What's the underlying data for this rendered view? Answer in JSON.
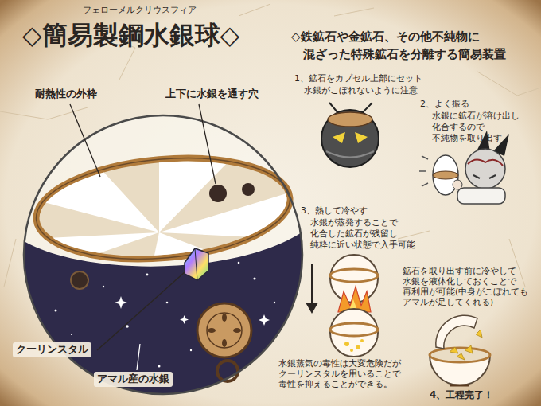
{
  "diagram": {
    "title": "◇簡易製鋼水銀球◇",
    "labels": [
      "フェローメルクリウスフィア",
      "耐熱性の外枠",
      "上下に水銀を通す穴",
      "クーリンスタル",
      "アマル産の水銀",
      "◇鉄鉱石や金鉱石、その他不純物に 混ざった特殊鉱石を分離する簡易装置",
      "1、鉱石をカプセル上部にセット",
      "水銀がこぼれないように注意",
      "2、よく振る",
      "水銀に鉱石が溶け出し 化合するので 不純物を取り出す",
      "3、熱して冷やす",
      "水銀が蒸発することで 化合した鉱石が残留し 純粋に近い状態で入手可能",
      "水銀蒸気の毒性は大変危険だが クーリンスタルを用いることで 毒性を抑えることができる。",
      "鉱石を取り出す前に冷やして 水銀を液体化しておくことで 再利用が可能(中身がこぼれても アマルが足してくれる)",
      "4、工程完了！"
    ]
  }
}
